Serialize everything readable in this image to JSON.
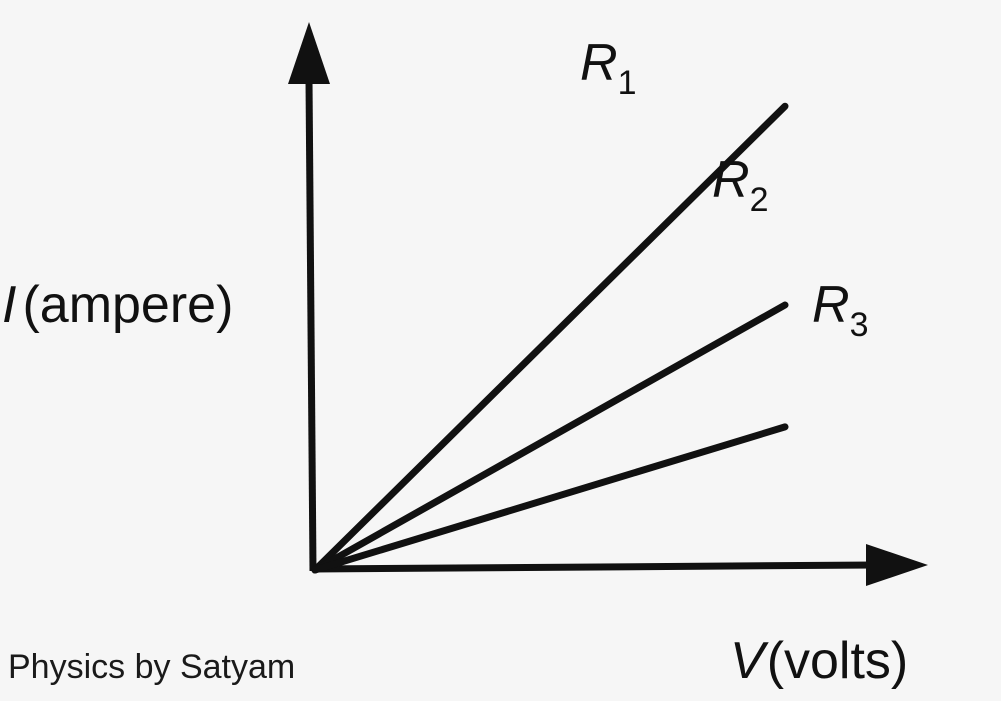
{
  "chart_data": {
    "type": "line",
    "xlabel_main": "V",
    "xlabel_unit": "(volts)",
    "ylabel_main": "I",
    "ylabel_unit": "(ampere)",
    "series": [
      {
        "name": "R",
        "subscript": "1",
        "x": [
          0,
          1
        ],
        "y": [
          0,
          1.75
        ]
      },
      {
        "name": "R",
        "subscript": "2",
        "x": [
          0,
          1
        ],
        "y": [
          0,
          1.0
        ]
      },
      {
        "name": "R",
        "subscript": "3",
        "x": [
          0,
          1
        ],
        "y": [
          0,
          0.54
        ]
      }
    ],
    "colors": {
      "ink": "#111111",
      "background": "#f6f6f6"
    }
  },
  "footer": {
    "credit": "Physics by Satyam"
  }
}
